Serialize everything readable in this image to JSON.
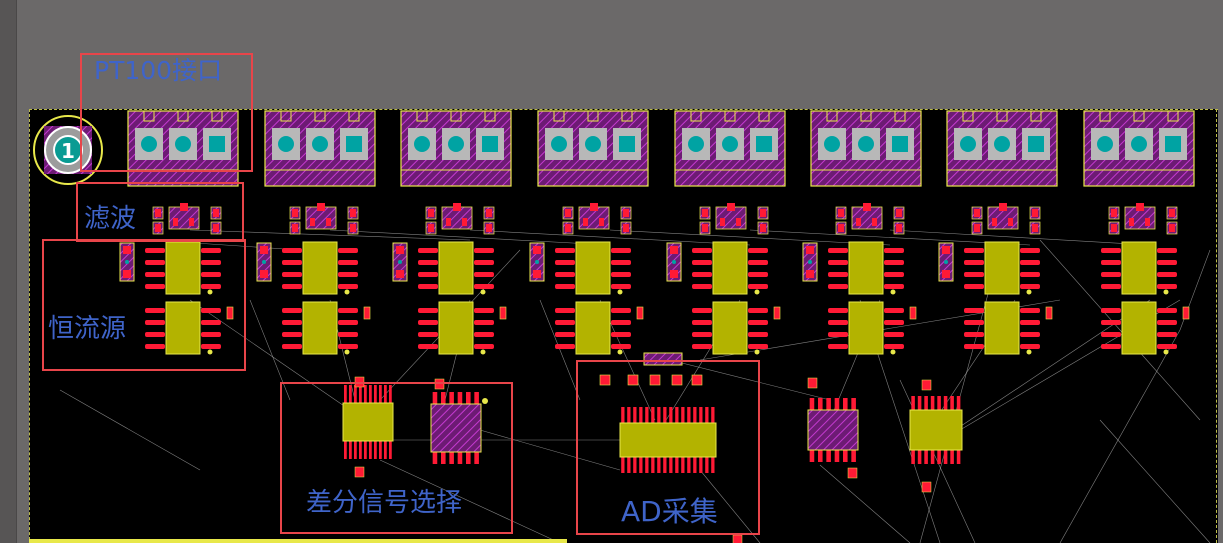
{
  "canvas": {
    "board_color": "#000000",
    "background_color": "#6b6969",
    "colors": {
      "silkscreen": "#e8e84a",
      "smd_pad": "#ff1a35",
      "footprint_hatch": "#a329ae",
      "ic_body": "#b3b300",
      "via_ring": "#00a3a3",
      "ratsnest": "#b8b8b8",
      "callout": "#e8454a",
      "label": "#3f64c9"
    }
  },
  "layer_marker": {
    "text": "1",
    "icon": "layer-number-badge"
  },
  "annotations": {
    "pt100": "PT100接口",
    "filter": "滤波",
    "current_source": "恒流源",
    "diff_select": "差分信号选择",
    "ad": "AD采集"
  }
}
